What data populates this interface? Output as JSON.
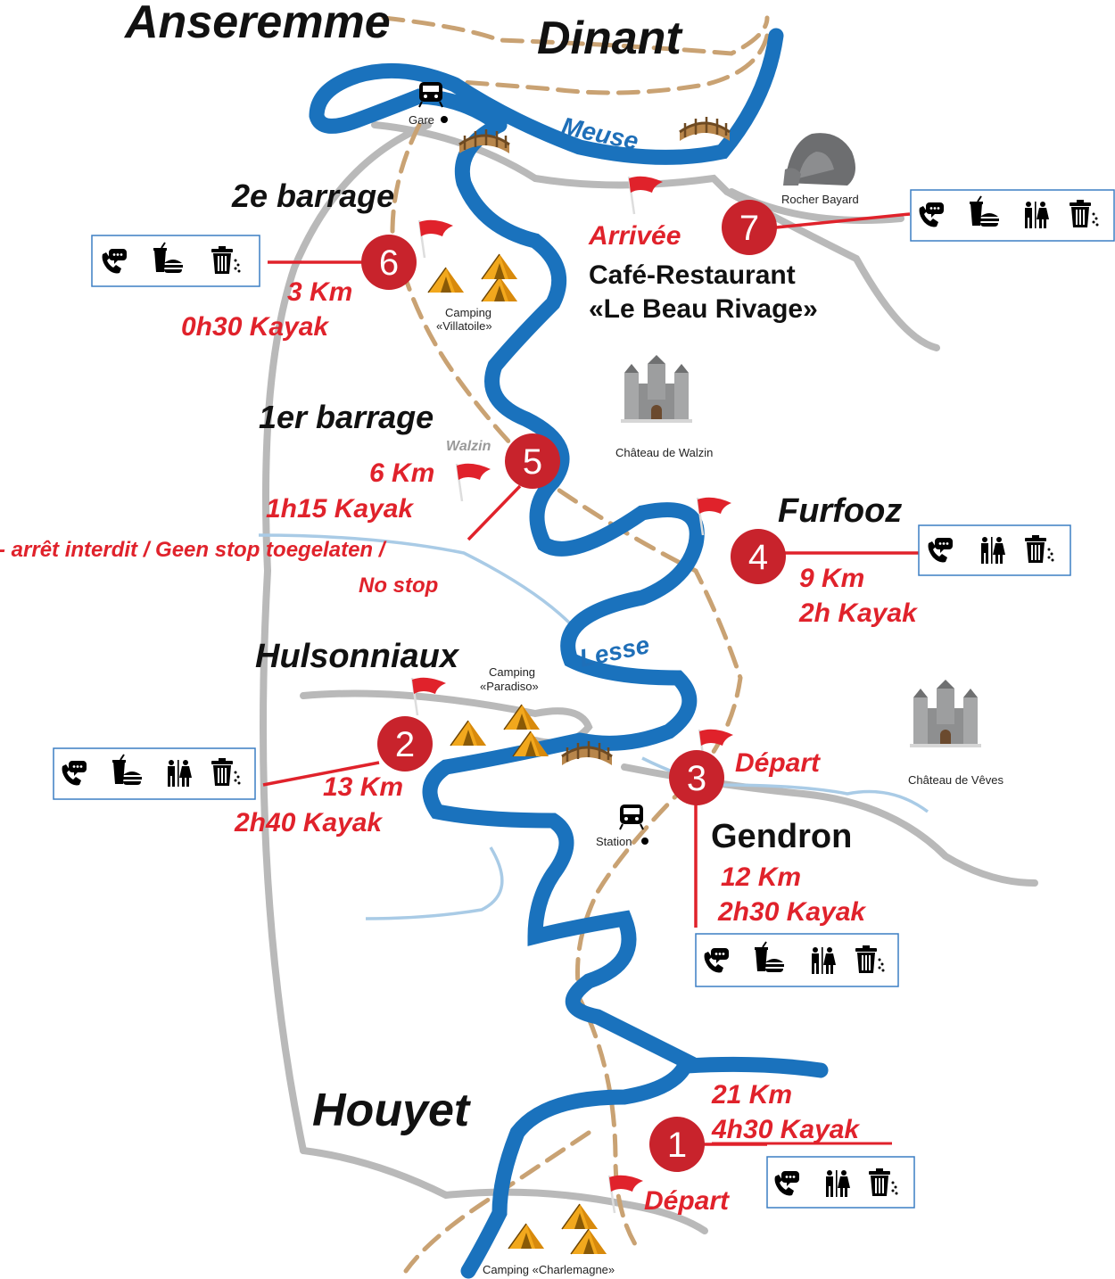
{
  "towns": {
    "anseremme": "Anseremme",
    "dinant": "Dinant",
    "houyet": "Houyet",
    "furfooz": "Furfooz",
    "hulsonniaux": "Hulsonniaux",
    "gendron": "Gendron"
  },
  "rivers": {
    "meuse": "Meuse",
    "lesse": "Lesse"
  },
  "places": {
    "gare": "Gare",
    "station": "Station",
    "rocher_bayard": "Rocher Bayard",
    "chateau_walzin": "Château de Walzin",
    "chateau_veves": "Château de Vêves",
    "camping_villatoile_1": "Camping",
    "camping_villatoile_2": "«Villatoile»",
    "camping_paradiso_1": "Camping",
    "camping_paradiso_2": "«Paradiso»",
    "camping_charlemagne": "Camping «Charlemagne»",
    "walzin": "Walzin"
  },
  "barrages": {
    "second": "2e  barrage",
    "first": "1er barrage"
  },
  "stops": [
    {
      "number": "1",
      "km": "21 Km",
      "time": "4h30 Kayak",
      "flag": "Départ",
      "services": [
        "phone-icon",
        "toilet-icon",
        "trash-icon"
      ]
    },
    {
      "number": "2",
      "km": "13 Km",
      "time": "2h40 Kayak",
      "services": [
        "phone-icon",
        "food-icon",
        "toilet-icon",
        "trash-icon"
      ]
    },
    {
      "number": "3",
      "km": "12 Km",
      "time": "2h30 Kayak",
      "flag": "Départ",
      "services": [
        "phone-icon",
        "food-icon",
        "toilet-icon",
        "trash-icon"
      ]
    },
    {
      "number": "4",
      "km": "9 Km",
      "time": "2h Kayak",
      "services": [
        "phone-icon",
        "toilet-icon",
        "trash-icon"
      ]
    },
    {
      "number": "5",
      "km": "6 Km",
      "time": "1h15 Kayak",
      "notice_1": "- arrêt interdit / Geen stop toegelaten /",
      "notice_2": "No stop"
    },
    {
      "number": "6",
      "km": "3 Km",
      "time": "0h30 Kayak",
      "services": [
        "phone-icon",
        "food-icon",
        "trash-icon"
      ]
    },
    {
      "number": "7",
      "flag": "Arrivée",
      "venue_1": "Café-Restaurant",
      "venue_2": "«Le Beau Rivage»",
      "services": [
        "phone-icon",
        "food-icon",
        "toilet-icon",
        "trash-icon"
      ]
    }
  ],
  "colors": {
    "river": "#1a72bd",
    "stop_red": "#c8232c",
    "text_red": "#e0222b",
    "road": "#b9b9b9",
    "trail": "#c9a273",
    "stream": "#a9cbe6"
  }
}
